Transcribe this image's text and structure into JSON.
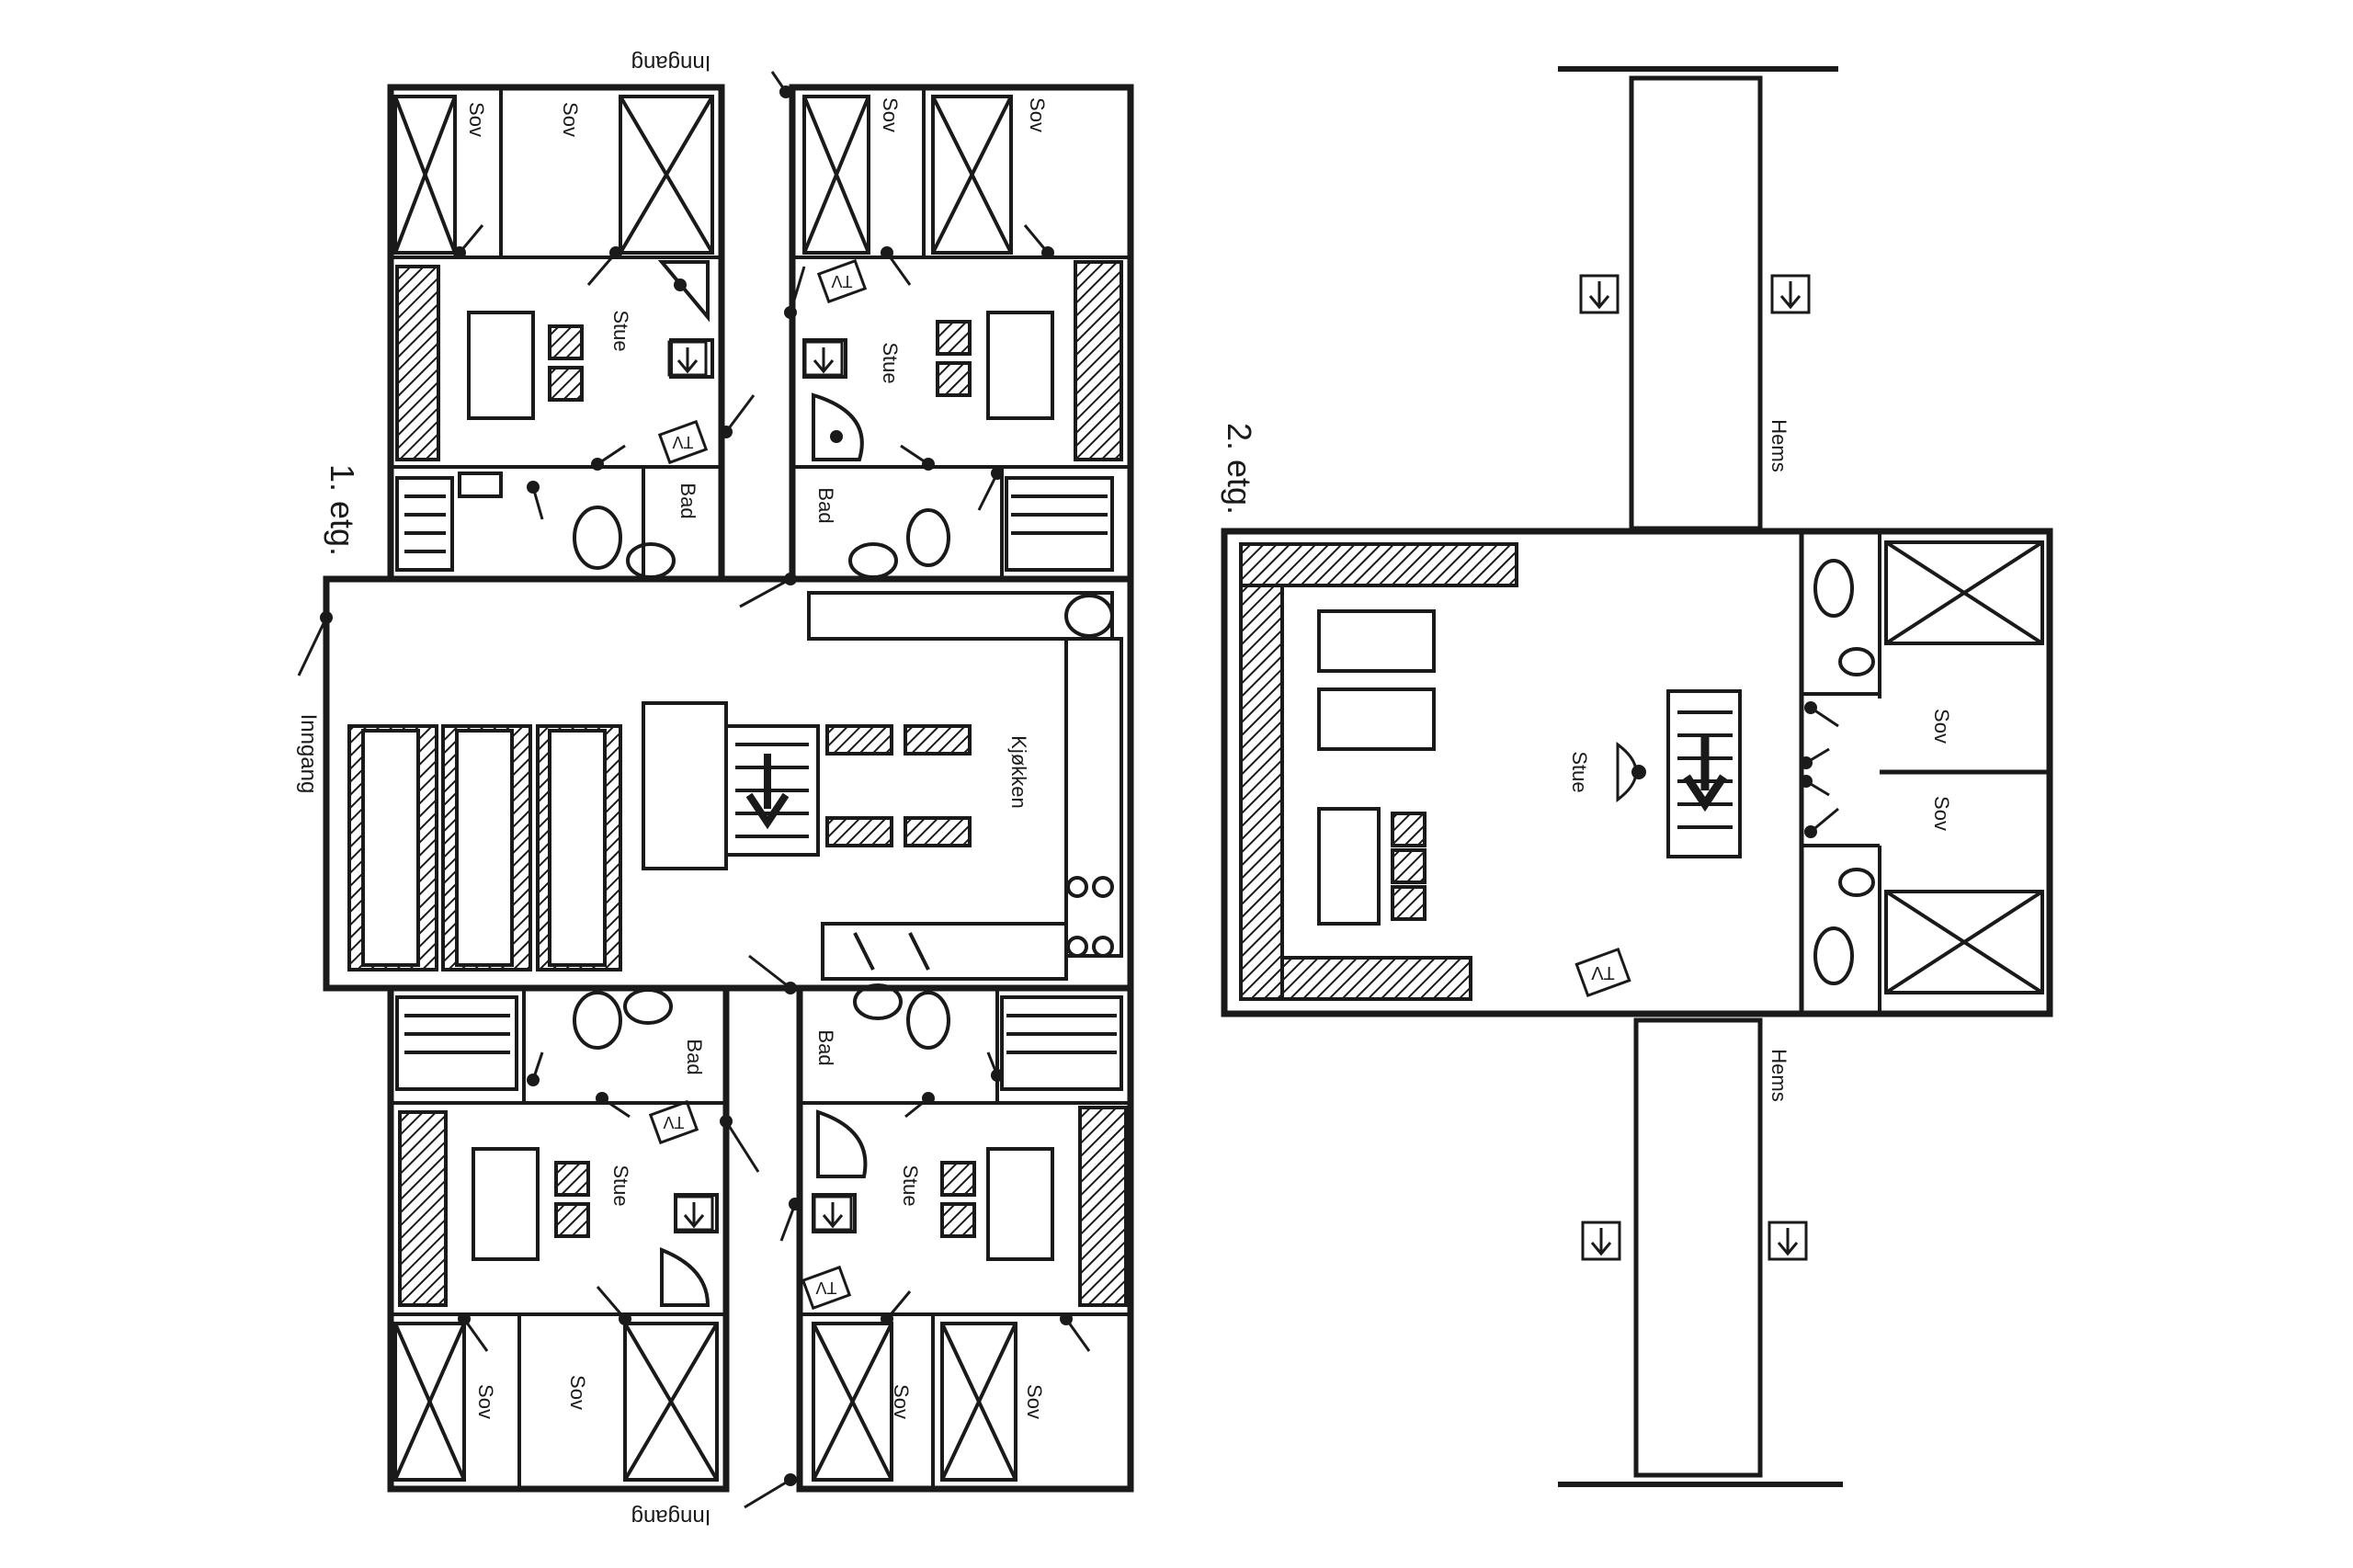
{
  "floors": {
    "ground": "1. etg.",
    "upper": "2. etg."
  },
  "labels": {
    "entrance": "Inngang",
    "bedroom": "Sov",
    "living": "Stue",
    "bath": "Bad",
    "kitchen": "Kjøkken",
    "loft": "Hems",
    "tv": "TV"
  },
  "colors": {
    "ink": "#1a1a1a",
    "paper": "#ffffff"
  }
}
